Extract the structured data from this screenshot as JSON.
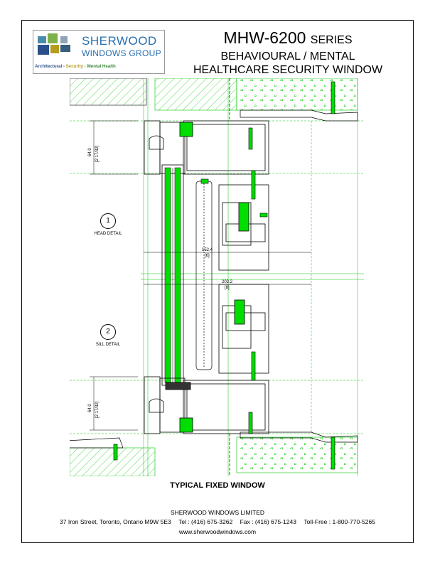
{
  "logo": {
    "name_line1": "SHERWOOD",
    "name_line2": "WINDOWS GROUP",
    "tag_1": "Architectural",
    "tag_sep_1": " - ",
    "tag_2": "Security",
    "tag_sep_2": " - ",
    "tag_3": "Mental Health",
    "colors": {
      "blue": "#2b4f8a",
      "gold": "#b59d1e",
      "green": "#3c8a3a",
      "teal": "#4a8ca8"
    }
  },
  "title": {
    "model": "MHW-6200",
    "series": "SERIES",
    "line2": "BEHAVIOURAL / MENTAL",
    "line3": "HEALTHCARE SECURITY WINDOW"
  },
  "drawing": {
    "head_detail": {
      "number": "1",
      "label": "HEAD DETAIL"
    },
    "sill_detail": {
      "number": "2",
      "label": "SILL DETAIL"
    },
    "dim_head": {
      "mm": "64.0",
      "in": "[2 17/32]"
    },
    "dim_sill": {
      "mm": "64.0",
      "in": "[2 17/32]"
    },
    "dim_depth_1": {
      "mm": "152.4",
      "in": "[6]"
    },
    "dim_depth_2": {
      "mm": "203.2",
      "in": "[8]"
    },
    "accent_color": "#00dd00"
  },
  "caption": "TYPICAL FIXED WINDOW",
  "footer": {
    "company": "SHERWOOD WINDOWS LIMITED",
    "address": "37 Iron Street,  Toronto,  Ontario  M9W 5E3",
    "tel": "Tel :  (416) 675-3262",
    "fax": "Fax :  (416) 675-1243",
    "tollfree": "Toll-Free :  1-800-770-5265",
    "website": "www.sherwoodwindows.com"
  }
}
